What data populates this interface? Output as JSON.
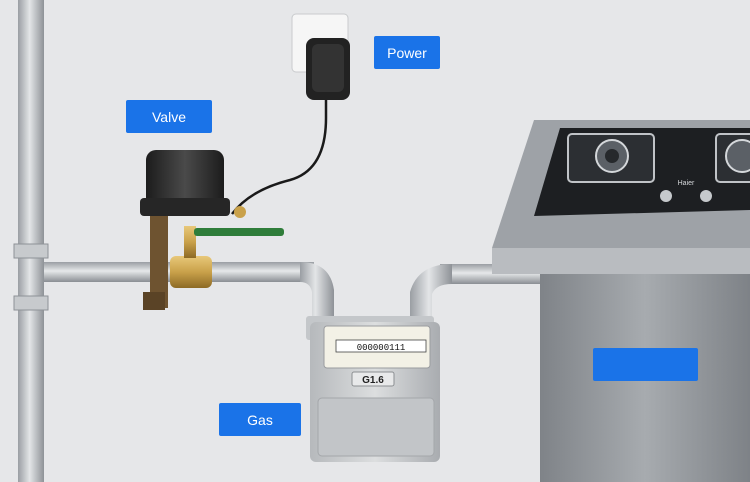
{
  "labels": {
    "power": "Power",
    "valve": "Valve",
    "gas": "Gas"
  },
  "meter": {
    "rating": "G1.6",
    "digits": "000000111"
  },
  "stove": {
    "brand": "Haier"
  },
  "colors": {
    "label_bg": "#1a73e8",
    "wall": "#e6e7e9",
    "pipe": "#b9bcc0",
    "cabinet": "#8f9398",
    "cooktop": "#1d1f22",
    "valve_body": "#2b2b2b",
    "brass": "#c9a14a",
    "handle_green": "#2f7d3a"
  }
}
